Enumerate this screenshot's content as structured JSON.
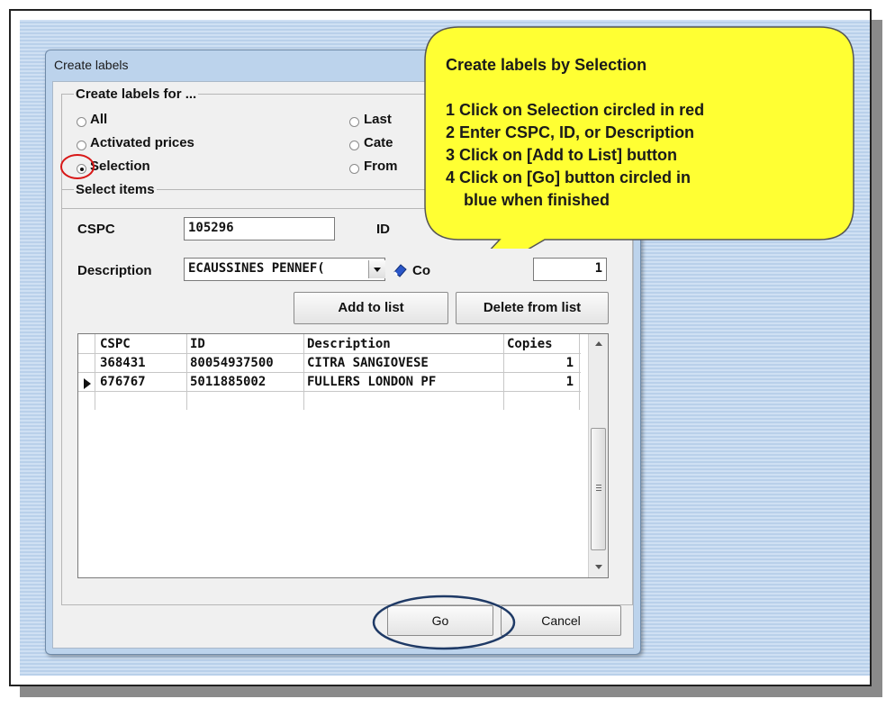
{
  "dialog": {
    "title": "Create labels"
  },
  "create_group": {
    "title": "Create labels for ...",
    "options_left": [
      {
        "label": "All",
        "selected": false
      },
      {
        "label": "Activated prices",
        "selected": false
      },
      {
        "label": "Selection",
        "selected": true
      }
    ],
    "options_right": [
      {
        "label": "Last"
      },
      {
        "label": "Cate"
      },
      {
        "label": "From"
      }
    ]
  },
  "select_group": {
    "title": "Select items",
    "cspc_label": "CSPC",
    "cspc_value": "105296",
    "id_label": "ID",
    "description_label": "Description",
    "description_value": "ECAUSSINES PENNEF(",
    "copies_label_partial": "Co",
    "copies_value": "1",
    "add_button": "Add to list",
    "delete_button": "Delete from list"
  },
  "grid": {
    "columns": [
      "CSPC",
      "ID",
      "Description",
      "Copies"
    ],
    "rows": [
      {
        "cspc": "368431",
        "id": "80054937500",
        "description": "CITRA SANGIOVESE",
        "copies": "1",
        "current": false
      },
      {
        "cspc": "676767",
        "id": "5011885002",
        "description": "FULLERS LONDON PF",
        "copies": "1",
        "current": true
      }
    ]
  },
  "buttons": {
    "go": "Go",
    "cancel": "Cancel"
  },
  "callout": {
    "title": "Create labels by Selection",
    "steps": [
      "1 Click on Selection circled in red",
      "2 Enter CSPC, ID, or Description",
      "3 Click on [Add to List] button",
      "4 Click on [Go] button circled in",
      "blue when finished"
    ]
  },
  "colors": {
    "callout_fill": "#ffff33",
    "red_circle": "#d81818",
    "blue_circle": "#1f3a66",
    "dialog_frame": "#bcd3ec"
  }
}
